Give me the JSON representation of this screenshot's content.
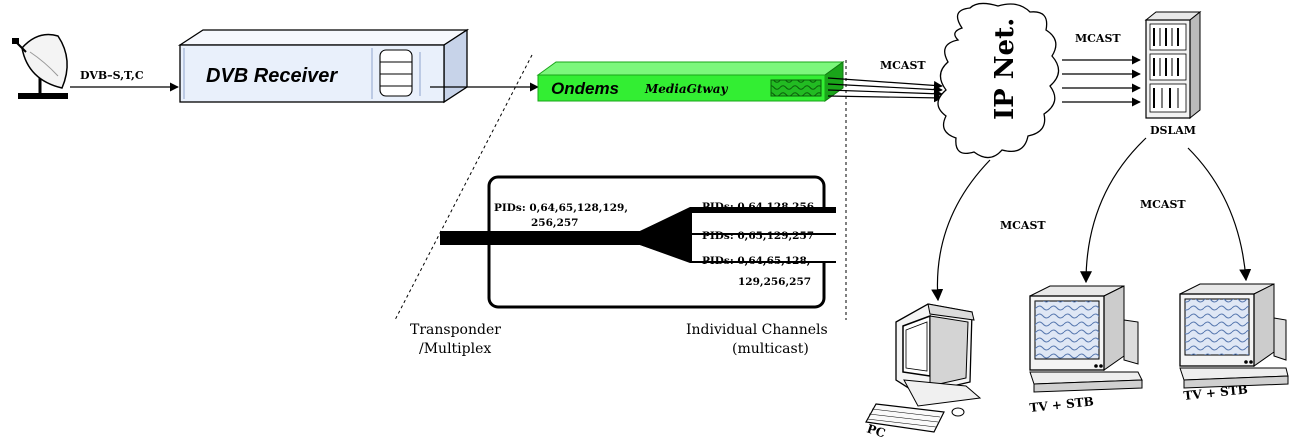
{
  "labels": {
    "dvb_input": "DVB–S,T,C",
    "dvb_receiver": "DVB Receiver",
    "ondems": "Ondems",
    "mediagtway": "MediaGtway",
    "ip_net": "IP Net.",
    "mcast_top": "MCAST",
    "mcast_right": "MCAST",
    "mcast_pc": "MCAST",
    "mcast_stb": "MCAST",
    "dslam": "DSLAM",
    "transponder_line1": "Transponder",
    "transponder_line2": "/Multiplex",
    "individual_line1": "Individual Channels",
    "individual_line2": "(multicast)",
    "pids_all_line1": "PIDs: 0,64,65,128,129,",
    "pids_all_line2": "256,257",
    "pids_ch1": "PIDs: 0,64,128,256",
    "pids_ch2": "PIDs: 0,65,129,257",
    "pids_ch3_line1": "PIDs: 0,64,65,128,",
    "pids_ch3_line2": "129,256,257",
    "pc": "PC",
    "tv_stb_1": "TV + STB",
    "tv_stb_2": "TV + STB"
  },
  "colors": {
    "gateway_green": "#33ee33",
    "gateway_dark": "#1aa51a",
    "receiver_fill": "#e9f0fb",
    "line": "#000000"
  },
  "icons": [
    "satellite-dish-icon",
    "dvb-receiver-icon",
    "media-gateway-icon",
    "cloud-icon",
    "dslam-rack-icon",
    "pc-icon",
    "tv-stb-icon"
  ]
}
